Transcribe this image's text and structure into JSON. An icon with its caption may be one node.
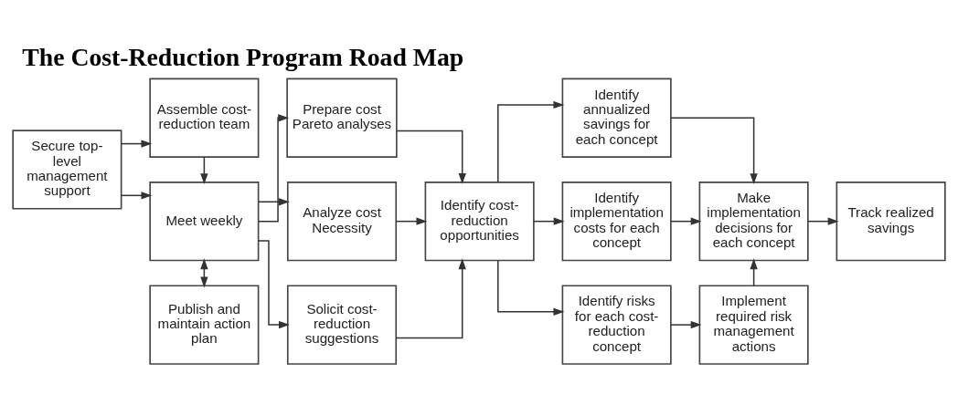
{
  "diagram": {
    "title": "The Cost-Reduction Program Road Map",
    "nodes": [
      {
        "text": [
          "Secure top-level management support"
        ]
      },
      {
        "text": [
          "Assemble cost-reduction team"
        ]
      },
      {
        "text": [
          "Meet weekly"
        ]
      },
      {
        "text": [
          "Publish and maintain action plan"
        ]
      },
      {
        "text": [
          "Prepare cost Pareto analyses"
        ]
      },
      {
        "text": [
          "Analyze cost Necessity"
        ]
      },
      {
        "text": [
          "Solicit cost-reduction suggestions"
        ]
      },
      {
        "text": [
          "Identify cost-reduction opportunities"
        ]
      },
      {
        "text": [
          "Identify annualized savings for each concept"
        ]
      },
      {
        "text": [
          "Identify implementation costs for each concept"
        ]
      },
      {
        "text": [
          "Identify risks for each cost-reduction concept"
        ]
      },
      {
        "text": [
          "Make implementation decisions for each concept"
        ]
      },
      {
        "text": [
          "Implement required risk management actions"
        ]
      },
      {
        "text": [
          "Track realized savings"
        ]
      }
    ],
    "edges": [
      {
        "from": 0,
        "to": 1,
        "arrow": "to"
      },
      {
        "from": 0,
        "to": 2,
        "arrow": "to"
      },
      {
        "from": 1,
        "to": 2,
        "arrow": "to"
      },
      {
        "from": 2,
        "to": 3,
        "arrow": "both"
      },
      {
        "from": 2,
        "to": 4,
        "arrow": "to"
      },
      {
        "from": 2,
        "to": 5,
        "arrow": "to"
      },
      {
        "from": 2,
        "to": 6,
        "arrow": "to"
      },
      {
        "from": 4,
        "to": 7,
        "arrow": "to"
      },
      {
        "from": 5,
        "to": 7,
        "arrow": "to"
      },
      {
        "from": 6,
        "to": 7,
        "arrow": "to"
      },
      {
        "from": 7,
        "to": 8,
        "arrow": "to"
      },
      {
        "from": 7,
        "to": 9,
        "arrow": "to"
      },
      {
        "from": 7,
        "to": 10,
        "arrow": "to"
      },
      {
        "from": 8,
        "to": 11,
        "arrow": "to"
      },
      {
        "from": 9,
        "to": 11,
        "arrow": "to"
      },
      {
        "from": 10,
        "to": 12,
        "arrow": "to"
      },
      {
        "from": 12,
        "to": 11,
        "arrow": "to"
      },
      {
        "from": 11,
        "to": 13,
        "arrow": "to"
      }
    ]
  }
}
